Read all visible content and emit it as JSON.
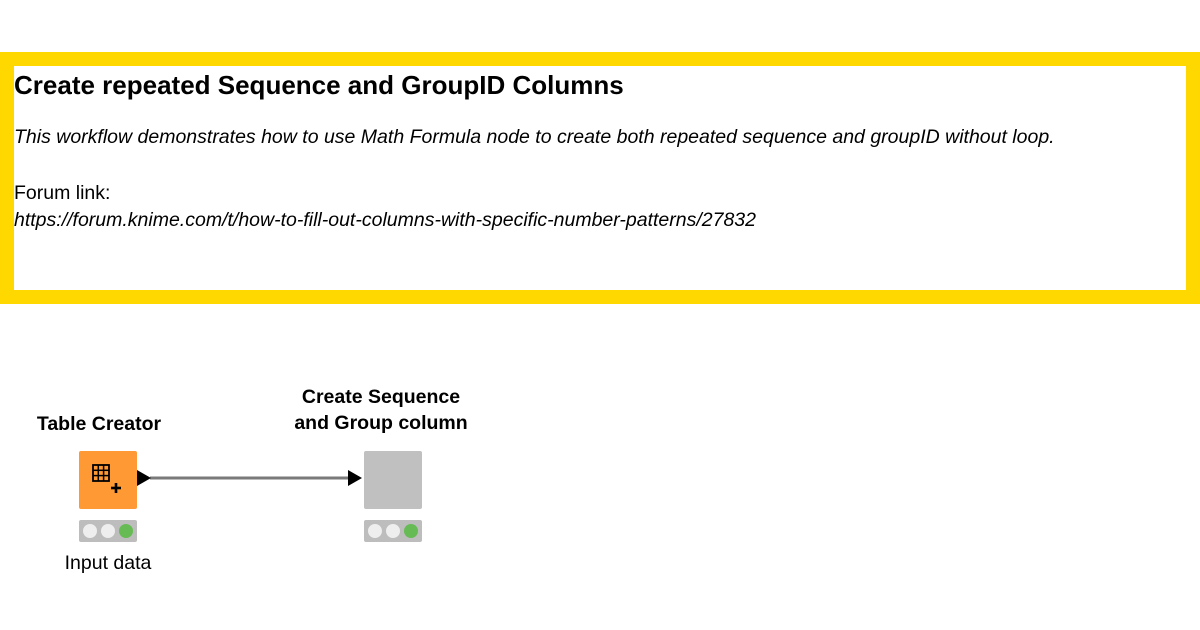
{
  "annotation": {
    "title": "Create repeated Sequence and GroupID Columns",
    "description": "This workflow demonstrates how to use Math Formula node to create both repeated sequence and groupID without loop.",
    "forum_label": "Forum link:",
    "forum_url": "https://forum.knime.com/t/how-to-fill-out-columns-with-specific-number-patterns/27832",
    "border_color": "#ffd800"
  },
  "nodes": [
    {
      "title": "Table Creator",
      "label": "Input data",
      "icon": "table-creator-icon",
      "color": "#ff9933",
      "status": "executed"
    },
    {
      "title_line1": "Create Sequence",
      "title_line2": "and Group column",
      "label": "",
      "icon": "metanode-icon",
      "color": "#c0c0c0",
      "status": "executed"
    }
  ],
  "colors": {
    "status_green": "#66bb55",
    "connection": "#7a7a7a"
  }
}
